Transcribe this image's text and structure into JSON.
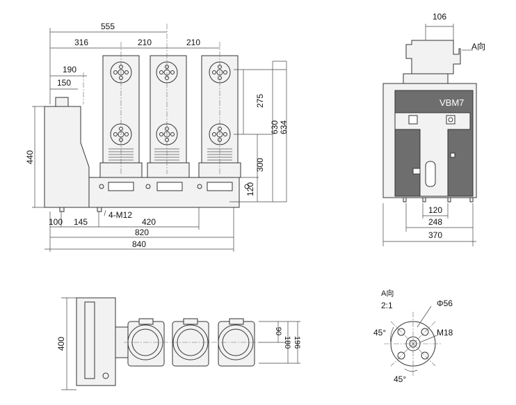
{
  "front_view": {
    "dims": {
      "overall_555": "555",
      "offset_316": "316",
      "pitch_1": "210",
      "pitch_2": "210",
      "mech_190": "190",
      "mech_150": "150",
      "height_440": "440",
      "contact_275": "275",
      "height_630": "630",
      "height_634": "634",
      "base_300": "300",
      "base_120": "120",
      "gap_100": "100",
      "foot_145": "145",
      "foot_420": "420",
      "length_820": "820",
      "length_840": "840"
    },
    "bolt_label": "4-M12"
  },
  "side_view": {
    "model": "VBM7",
    "dims": {
      "top_106": "106",
      "foot_120": "120",
      "foot_248": "248",
      "width_370": "370"
    },
    "view_a_marker": "A向"
  },
  "top_view": {
    "dims": {
      "width_400": "400",
      "d_90": "90",
      "d_180": "180",
      "d_196": "196"
    }
  },
  "detail_a": {
    "title": "A向",
    "scale": "2:1",
    "diameter": "Φ56",
    "thread": "M18",
    "angle_top": "45°",
    "angle_bottom": "45°"
  },
  "colors": {
    "line": "#333333",
    "face": "#f2f2f2",
    "housing": "#6e6e6e"
  }
}
